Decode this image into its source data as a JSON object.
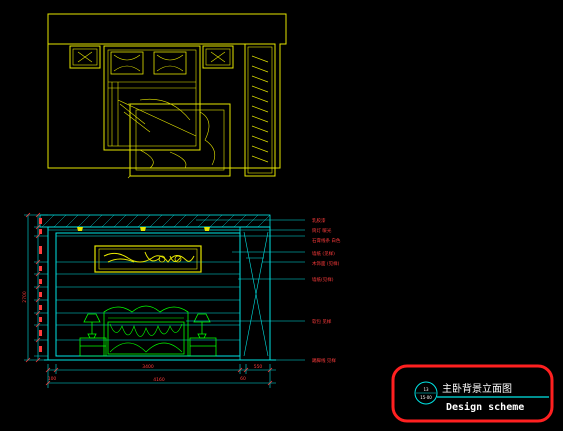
{
  "colors": {
    "background": "#000000",
    "plan_lines": "#e6e600",
    "wall_lines": "#00e5e5",
    "furniture": "#00ff00",
    "annotation": "#ff3c3c",
    "title_highlight": "#ff2020",
    "title_text": "#ffffff",
    "title_rule": "#00e5e5"
  },
  "callouts": [
    "乳胶漆",
    "筒灯 暖光",
    "石膏线条 白色",
    "墙纸 (见样)",
    "木饰面 (见样)",
    "墙纸(见样)",
    "软包 见样",
    "踢脚线 见样"
  ],
  "dimensions": {
    "width_left": "3400",
    "width_right": "550",
    "width_total": "4160",
    "offset_left": "100",
    "offset_right": "60",
    "height_total": "2700"
  },
  "title_block": {
    "drawing_number": "13",
    "sheet_number": "15-00",
    "title_cn": "主卧背景立面图",
    "title_en": "Design scheme"
  }
}
